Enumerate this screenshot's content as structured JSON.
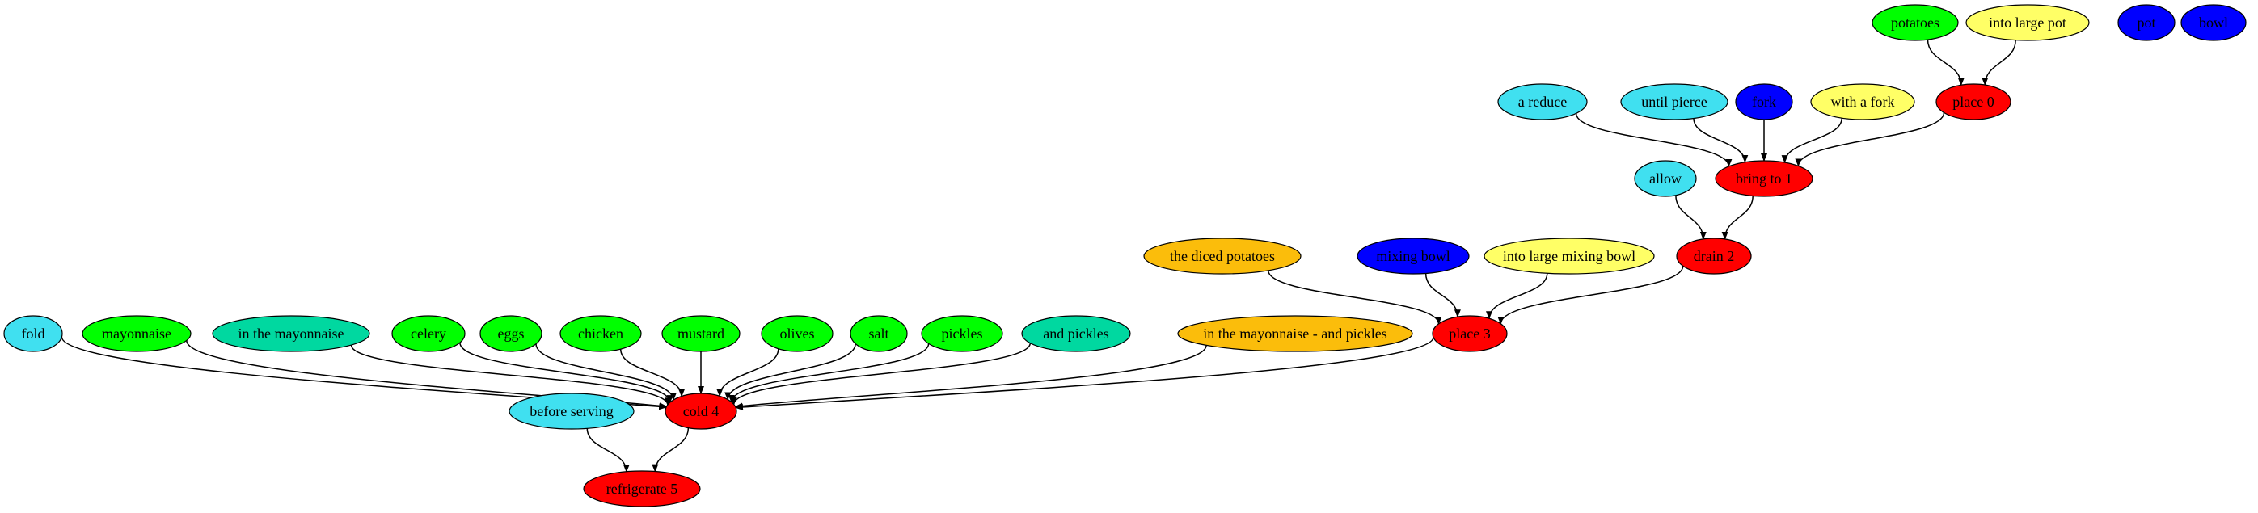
{
  "colors": {
    "red": "#ff0000",
    "green": "#00ff00",
    "yellow": "#ffff66",
    "cyan": "#40e0f0",
    "blue": "#0000ff",
    "teal": "#00d8a0",
    "orange": "#fbbd0b",
    "stroke": "#000000"
  },
  "nodes": [
    {
      "id": "potatoes",
      "label": "potatoes",
      "color": "green"
    },
    {
      "id": "into_large_pot",
      "label": "into large pot",
      "color": "yellow"
    },
    {
      "id": "pot",
      "label": "pot",
      "color": "blue"
    },
    {
      "id": "bowl",
      "label": "bowl",
      "color": "blue"
    },
    {
      "id": "a_reduce",
      "label": "a reduce",
      "color": "cyan"
    },
    {
      "id": "until_pierce",
      "label": "until pierce",
      "color": "cyan"
    },
    {
      "id": "fork",
      "label": "fork",
      "color": "blue"
    },
    {
      "id": "with_a_fork",
      "label": "with a fork",
      "color": "yellow"
    },
    {
      "id": "place_0",
      "label": "place 0",
      "color": "red"
    },
    {
      "id": "allow",
      "label": "allow",
      "color": "cyan"
    },
    {
      "id": "bring_to_1",
      "label": "bring to 1",
      "color": "red"
    },
    {
      "id": "the_diced_potatoes",
      "label": "the diced potatoes",
      "color": "orange"
    },
    {
      "id": "mixing_bowl",
      "label": "mixing bowl",
      "color": "blue"
    },
    {
      "id": "into_large_mixing_bowl",
      "label": "into large mixing bowl",
      "color": "yellow"
    },
    {
      "id": "drain_2",
      "label": "drain 2",
      "color": "red"
    },
    {
      "id": "fold",
      "label": "fold",
      "color": "cyan"
    },
    {
      "id": "mayonnaise",
      "label": "mayonnaise",
      "color": "green"
    },
    {
      "id": "in_the_mayonnaise",
      "label": "in the mayonnaise",
      "color": "teal"
    },
    {
      "id": "celery",
      "label": "celery",
      "color": "green"
    },
    {
      "id": "eggs",
      "label": "eggs",
      "color": "green"
    },
    {
      "id": "chicken",
      "label": "chicken",
      "color": "green"
    },
    {
      "id": "mustard",
      "label": "mustard",
      "color": "green"
    },
    {
      "id": "olives",
      "label": "olives",
      "color": "green"
    },
    {
      "id": "salt",
      "label": "salt",
      "color": "green"
    },
    {
      "id": "pickles",
      "label": "pickles",
      "color": "green"
    },
    {
      "id": "and_pickles",
      "label": "and pickles",
      "color": "teal"
    },
    {
      "id": "in_the_mayonnaise_and_pickles",
      "label": "in the mayonnaise - and pickles",
      "color": "orange"
    },
    {
      "id": "place_3",
      "label": "place 3",
      "color": "red"
    },
    {
      "id": "before_serving",
      "label": "before serving",
      "color": "cyan"
    },
    {
      "id": "cold_4",
      "label": "cold 4",
      "color": "red"
    },
    {
      "id": "refrigerate_5",
      "label": "refrigerate 5",
      "color": "red"
    }
  ],
  "edges": [
    [
      "potatoes",
      "place_0"
    ],
    [
      "into_large_pot",
      "place_0"
    ],
    [
      "a_reduce",
      "bring_to_1"
    ],
    [
      "until_pierce",
      "bring_to_1"
    ],
    [
      "fork",
      "bring_to_1"
    ],
    [
      "with_a_fork",
      "bring_to_1"
    ],
    [
      "place_0",
      "bring_to_1"
    ],
    [
      "allow",
      "drain_2"
    ],
    [
      "bring_to_1",
      "drain_2"
    ],
    [
      "the_diced_potatoes",
      "place_3"
    ],
    [
      "mixing_bowl",
      "place_3"
    ],
    [
      "into_large_mixing_bowl",
      "place_3"
    ],
    [
      "drain_2",
      "place_3"
    ],
    [
      "fold",
      "cold_4"
    ],
    [
      "mayonnaise",
      "cold_4"
    ],
    [
      "in_the_mayonnaise",
      "cold_4"
    ],
    [
      "celery",
      "cold_4"
    ],
    [
      "eggs",
      "cold_4"
    ],
    [
      "chicken",
      "cold_4"
    ],
    [
      "mustard",
      "cold_4"
    ],
    [
      "olives",
      "cold_4"
    ],
    [
      "salt",
      "cold_4"
    ],
    [
      "pickles",
      "cold_4"
    ],
    [
      "and_pickles",
      "cold_4"
    ],
    [
      "in_the_mayonnaise_and_pickles",
      "cold_4"
    ],
    [
      "place_3",
      "cold_4"
    ],
    [
      "before_serving",
      "refrigerate_5"
    ],
    [
      "cold_4",
      "refrigerate_5"
    ]
  ]
}
